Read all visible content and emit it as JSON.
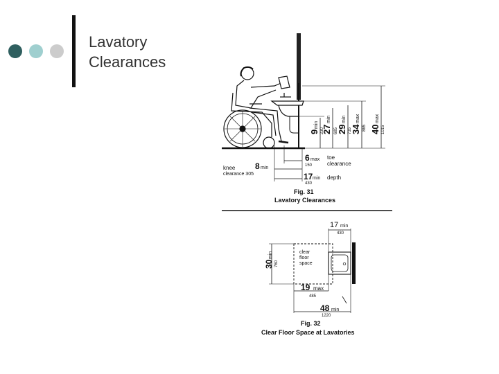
{
  "slide": {
    "title_line1": "Lavatory",
    "title_line2": "Clearances"
  },
  "colors": {
    "dot1": "#2f5f5f",
    "dot2": "#9fcfcf",
    "dot3": "#cccccc",
    "bar": "#111111",
    "ink": "#111111"
  },
  "fig31": {
    "caption_number": "Fig. 31",
    "caption_title": "Lavatory Clearances",
    "dims": {
      "d9": "9",
      "d9_note": "min",
      "d9_mm": "230",
      "d27": "27",
      "d27_note": "min",
      "d27_mm": "685",
      "d29": "29",
      "d29_note": "min",
      "d29_mm": "735",
      "d34": "34",
      "d34_note": "max",
      "d34_mm": "865",
      "d40": "40",
      "d40_note": "max",
      "d40_mm": "1015",
      "d6": "6",
      "d6_note": "max",
      "d6_mm": "150",
      "d8": "8",
      "d8_note": "min",
      "d17": "17",
      "d17_note": "min",
      "d17_mm": "430"
    },
    "labels": {
      "knee": "knee",
      "knee_clearance": "clearance 305",
      "toe": "toe",
      "toe_clearance": "clearance",
      "depth": "depth"
    }
  },
  "fig32": {
    "caption_number": "Fig. 32",
    "caption_title": "Clear Floor Space at Lavatories",
    "dims": {
      "d17": "17",
      "d17_note": "min",
      "d17_mm": "430",
      "d30": "30",
      "d30_note": "min",
      "d30_mm": "760",
      "d19": "19",
      "d19_note": "max",
      "d19_mm": "485",
      "d48": "48",
      "d48_note": "min",
      "d48_mm": "1220"
    },
    "labels": {
      "cfs1": "clear",
      "cfs2": "floor",
      "cfs3": "space"
    }
  }
}
